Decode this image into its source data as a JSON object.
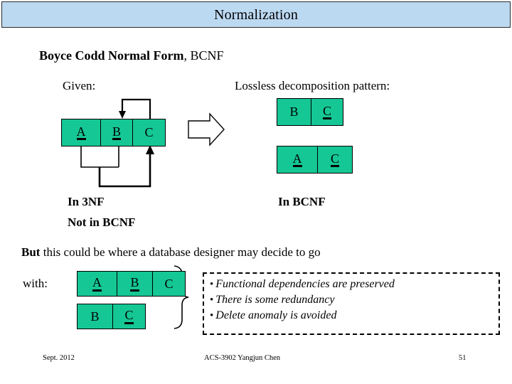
{
  "slide": {
    "title": "Normalization",
    "heading_bold": "Boyce Codd Normal Form",
    "heading_rest": ", BCNF",
    "given_label": "Given:",
    "lossless_label": "Lossless decomposition pattern:",
    "status_left_line1": "In  3NF",
    "status_left_line2": "Not in BCNF",
    "status_right": "In BCNF",
    "but_bold": "But",
    "but_rest": " this could be where a database designer may decide to go",
    "with_label": "with:",
    "transform_arrow_icon": "block-arrow-right-icon",
    "brace_icon": "curly-brace-right-icon"
  },
  "tables": {
    "given": {
      "name": "given-relation",
      "cells": [
        {
          "label": "A",
          "underlined": true
        },
        {
          "label": "B",
          "underlined": true
        },
        {
          "label": "C",
          "underlined": false
        }
      ]
    },
    "decomp_bc": {
      "name": "decomposition-bc",
      "cells": [
        {
          "label": "B",
          "underlined": false
        },
        {
          "label": "C",
          "underlined": true
        }
      ]
    },
    "decomp_ac": {
      "name": "decomposition-ac",
      "cells": [
        {
          "label": "A",
          "underlined": true
        },
        {
          "label": "C",
          "underlined": true
        }
      ]
    },
    "alt_abc": {
      "name": "alternative-relation-abc",
      "cells": [
        {
          "label": "A",
          "underlined": true
        },
        {
          "label": "B",
          "underlined": true
        },
        {
          "label": "C",
          "underlined": false
        }
      ]
    },
    "alt_bc": {
      "name": "alternative-relation-bc",
      "cells": [
        {
          "label": "B",
          "underlined": false
        },
        {
          "label": "C",
          "underlined": true
        }
      ]
    }
  },
  "notes": {
    "bullet": "•",
    "items": [
      "Functional dependencies are preserved",
      "There is some redundancy",
      "Delete anomaly is avoided"
    ]
  },
  "footer": {
    "date": "Sept. 2012",
    "course": "ACS-3902  Yangjun Chen",
    "page": "51"
  },
  "colors": {
    "title_bar": "#bcd9f2",
    "cell_green": "#15c795",
    "outline": "#000000"
  }
}
